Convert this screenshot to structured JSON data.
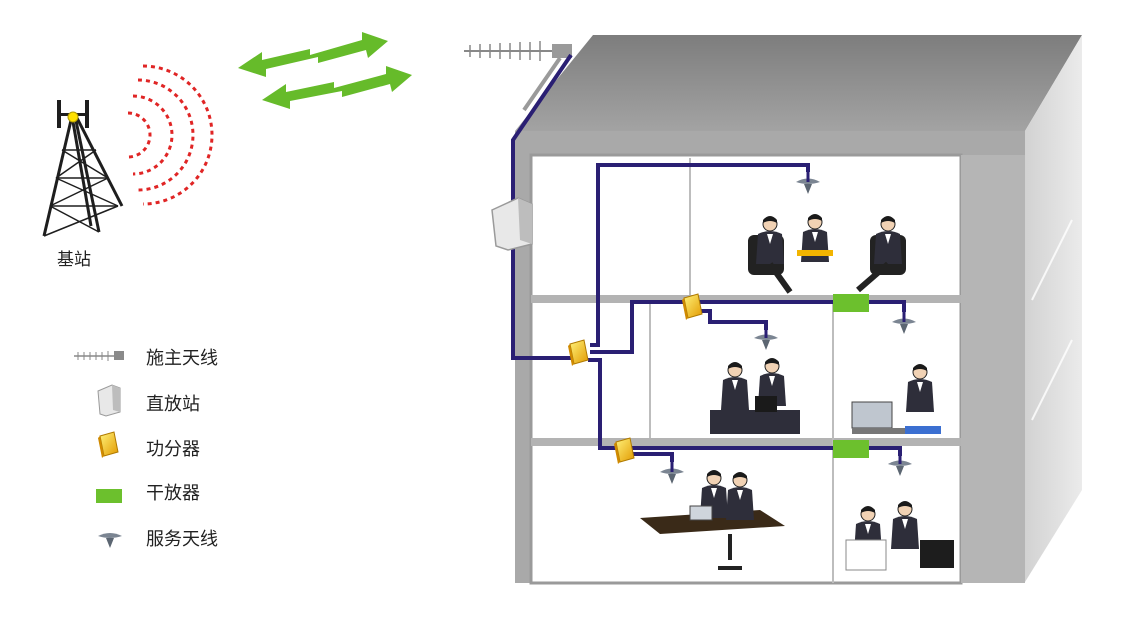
{
  "base_station": {
    "label": "基站"
  },
  "legend": {
    "items": [
      {
        "icon": "donor-antenna-icon",
        "label": "施主天线"
      },
      {
        "icon": "repeater-icon",
        "label": "直放站"
      },
      {
        "icon": "power-splitter-icon",
        "label": "功分器"
      },
      {
        "icon": "line-amplifier-icon",
        "label": "干放器"
      },
      {
        "icon": "service-antenna-icon",
        "label": "服务天线"
      }
    ]
  },
  "colors": {
    "cable": "#2a1f73",
    "signal_arrow": "#66bb2a",
    "radio_wave": "#e02525",
    "splitter": "#f2c400",
    "amplifier": "#6cc02d",
    "building_face": "#a9a9a9",
    "building_top": "#8f8f8f",
    "building_side": "#c4c4c4"
  }
}
